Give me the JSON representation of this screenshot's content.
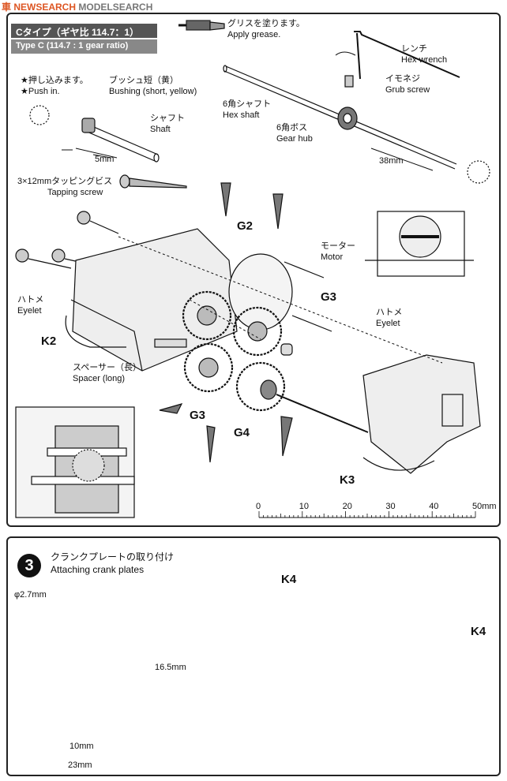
{
  "watermark": {
    "logo": "車 NEWSEARCH",
    "text": "MODELSEARCH"
  },
  "top_panel": {
    "title_jp": "Cタイプ（ギヤ比 114.7：1）",
    "title_en": "Type C (114.7 : 1 gear ratio)",
    "grease_jp": "グリスを塗ります。",
    "grease_en": "Apply grease.",
    "push_jp": "★押し込みます。",
    "push_en": "★Push in.",
    "bushing_jp": "ブッシュ短（黄）",
    "bushing_en": "Bushing (short, yellow)",
    "shaft_jp": "シャフト",
    "shaft_en": "Shaft",
    "shaft_len": "5mm",
    "wrench_jp": "レンチ",
    "wrench_en": "Hex wrench",
    "grub_jp": "イモネジ",
    "grub_en": "Grub screw",
    "hexshaft_jp": "6角シャフト",
    "hexshaft_en": "Hex shaft",
    "gearhub_jp": "6角ボス",
    "gearhub_en": "Gear hub",
    "hexshaft_len": "38mm",
    "screw_jp": "3×12mmタッピングビス",
    "screw_en": "Tapping screw",
    "motor_jp": "モーター",
    "motor_en": "Motor",
    "eyelet_left_jp": "ハトメ",
    "eyelet_left_en": "Eyelet",
    "eyelet_right_jp": "ハトメ",
    "eyelet_right_en": "Eyelet",
    "spacer_jp": "スペーサー（長）",
    "spacer_en": "Spacer (long)",
    "g2": "G2",
    "g3_right": "G3",
    "g3_left": "G3",
    "g4": "G4",
    "k2": "K2",
    "k3": "K3",
    "ruler": {
      "ticks": [
        "0",
        "10",
        "20",
        "30",
        "40",
        "50mm"
      ]
    }
  },
  "bottom_panel": {
    "step": "3",
    "title_jp": "クランクプレートの取り付け",
    "title_en": "Attaching crank plates",
    "k4_top": "K4",
    "k4_right": "K4",
    "hole_dia": "φ2.7mm",
    "dim_height": "16.5mm",
    "dim_inner": "10mm",
    "dim_outer": "23mm"
  }
}
